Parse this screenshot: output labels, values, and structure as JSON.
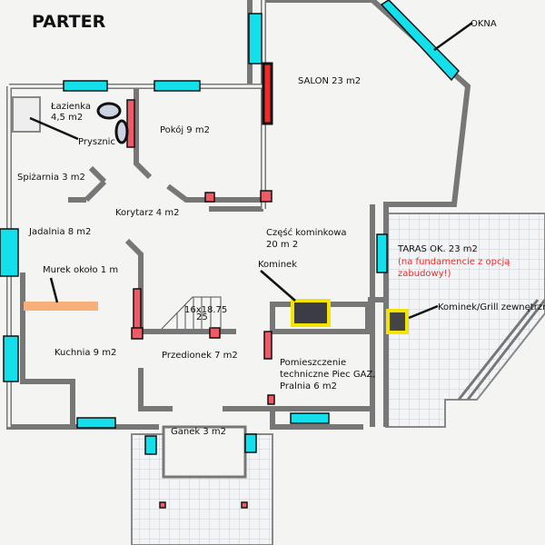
{
  "title": "PARTER",
  "labels": {
    "okna": "OKNA",
    "salon": "SALON 23 m2",
    "lazienka_1": "Łazienka",
    "lazienka_2": "4,5 m2",
    "prysznic": "Prysznic",
    "pokoj": "Pokój 9 m2",
    "spizarnia": "Spiżarnia 3 m2",
    "korytarz": "Korytarz 4 m2",
    "jadalnia": "Jadalnia 8 m2",
    "czesc_kominkowa_1": "Część kominkowa",
    "czesc_kominkowa_2": "20 m 2",
    "taras": "TARAS OK. 23 m2",
    "taras_note_1": "(na fundamencie z opcją",
    "taras_note_2": "zabudowy!)",
    "murek": "Murek około 1 m",
    "kominek": "Kominek",
    "kominek_grill": "Kominek/Grill zewnętrzny",
    "kuchnia": "Kuchnia 9 m2",
    "przedionek": "Przedionek 7 m2",
    "stairs_1": "16x18.75",
    "stairs_2": "25",
    "pomieszczenie_1": "Pomieszczenie",
    "pomieszczenie_2": "techniczne Piec GAZ,",
    "pomieszczenie_3": "Pralnia 6 m2",
    "ganek": "Ganek 3 m2"
  },
  "colors": {
    "window": "#14e0ec",
    "door": "#f05a66",
    "highlight": "#f5e400",
    "murek": "#f7b07a",
    "note": "#ee2a2a"
  }
}
